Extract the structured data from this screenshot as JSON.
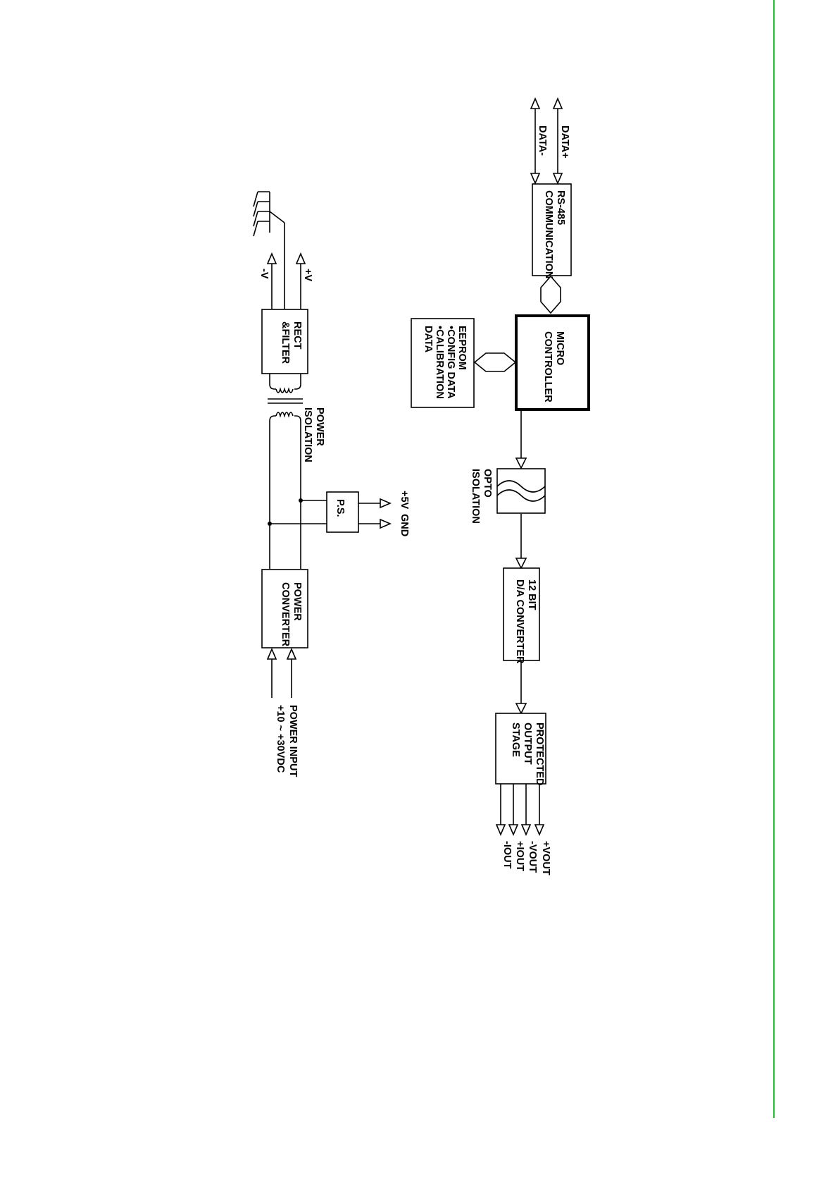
{
  "diagram": {
    "colors": {
      "rule": "#22c02a",
      "ink": "#000000",
      "background": "#ffffff"
    },
    "signal_path": {
      "data_plus": "DATA+",
      "data_minus": "DATA-",
      "rs485": [
        "RS-485",
        "COMMUNICATION"
      ],
      "micro": [
        "MICRO",
        "CONTROLLER"
      ],
      "eeprom": [
        "EEPROM",
        "•CONFIG DATA",
        "•CALIBRATION",
        "DATA"
      ],
      "opto": [
        "OPTO",
        "ISOLATION"
      ],
      "dac": [
        "12 BIT",
        "D/A CONVERTER"
      ],
      "output_stage": [
        "PROTECTED",
        "OUTPUT",
        "STAGE"
      ],
      "outputs": [
        "+VOUT",
        "-VOUT",
        "+IOUT",
        "-IOUT"
      ]
    },
    "power_path": {
      "plus_v": "+V",
      "minus_v": "-V",
      "rect": [
        "RECT",
        "&FILTER"
      ],
      "power_isolation": [
        "POWER",
        "ISOLATION"
      ],
      "ps": "P.S.",
      "plus_5v": "+5V",
      "gnd": "GND",
      "power_converter": [
        "POWER",
        "CONVERTER"
      ],
      "power_input": [
        "POWER INPUT",
        "+10 ~ +30VDC"
      ]
    }
  }
}
